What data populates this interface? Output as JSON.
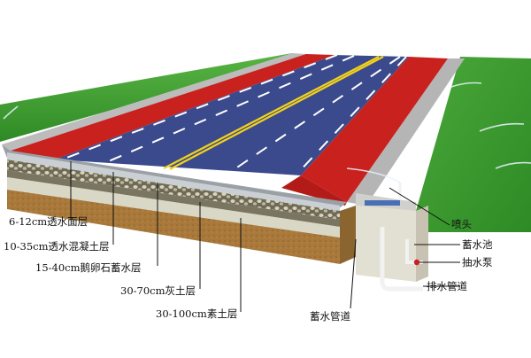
{
  "layer_labels": [
    {
      "id": "surface",
      "text": "6-12cm透水面层"
    },
    {
      "id": "concrete",
      "text": "10-35cm透水混凝土层"
    },
    {
      "id": "gravel",
      "text": "15-40cm鹅卵石蓄水层"
    },
    {
      "id": "lime",
      "text": "30-70cm灰土层"
    },
    {
      "id": "soil",
      "text": "30-100cm素土层"
    }
  ],
  "component_labels": [
    {
      "id": "nozzle",
      "text": "喷头"
    },
    {
      "id": "tank",
      "text": "蓄水池"
    },
    {
      "id": "pump",
      "text": "抽水泵"
    },
    {
      "id": "drain",
      "text": "排水管道"
    },
    {
      "id": "storage-pipe",
      "text": "蓄水管道"
    }
  ],
  "colors": {
    "grass": "#3f9b2f",
    "asphalt": "#3b4a8c",
    "bike_lane": "#c8211e",
    "gravel": "#8e8a72",
    "lime_soil": "#d9d8c6",
    "plain_soil": "#a8793b",
    "center_line": "#f2d21a"
  }
}
